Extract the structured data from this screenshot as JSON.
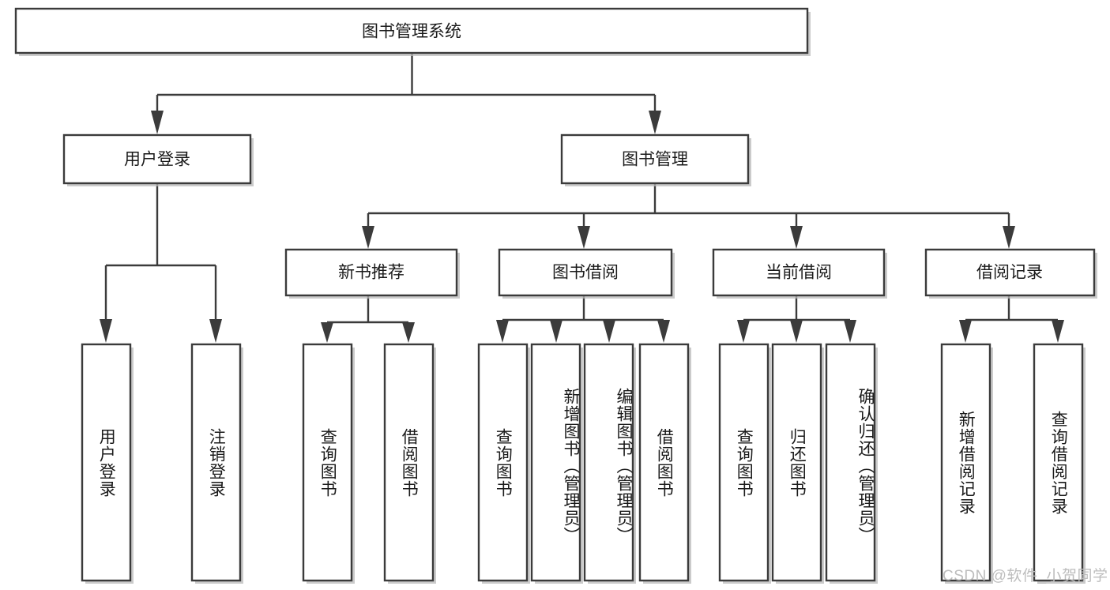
{
  "diagram": {
    "type": "tree-hierarchy",
    "title": "图书管理系统",
    "watermark": "CSDN @软件_小贺同学",
    "colors": {
      "stroke": "#3b3b3b",
      "fill": "#ffffff",
      "text": "#1a1a1a",
      "watermark": "#bdbdbd",
      "background": "#ffffff"
    },
    "levels": [
      {
        "level": 1,
        "nodes": [
          {
            "id": "root",
            "label": "图书管理系统",
            "orientation": "horizontal"
          }
        ]
      },
      {
        "level": 2,
        "nodes": [
          {
            "id": "user-login",
            "label": "用户登录",
            "orientation": "horizontal",
            "parent": "root"
          },
          {
            "id": "book-manage",
            "label": "图书管理",
            "orientation": "horizontal",
            "parent": "root"
          }
        ]
      },
      {
        "level": 3,
        "nodes": [
          {
            "id": "new-book-rec",
            "label": "新书推荐",
            "orientation": "horizontal",
            "parent": "book-manage"
          },
          {
            "id": "book-borrow",
            "label": "图书借阅",
            "orientation": "horizontal",
            "parent": "book-manage"
          },
          {
            "id": "current-borrow",
            "label": "当前借阅",
            "orientation": "horizontal",
            "parent": "book-manage"
          },
          {
            "id": "borrow-record",
            "label": "借阅记录",
            "orientation": "horizontal",
            "parent": "book-manage"
          }
        ]
      },
      {
        "level": 4,
        "nodes": [
          {
            "id": "leaf-user-login",
            "label": "用户登录",
            "orientation": "vertical",
            "parent": "user-login"
          },
          {
            "id": "leaf-user-logout",
            "label": "注销登录",
            "orientation": "vertical",
            "parent": "user-login"
          },
          {
            "id": "leaf-rec-query",
            "label": "查询图书",
            "orientation": "vertical",
            "parent": "new-book-rec"
          },
          {
            "id": "leaf-rec-borrow",
            "label": "借阅图书",
            "orientation": "vertical",
            "parent": "new-book-rec"
          },
          {
            "id": "leaf-borrow-query",
            "label": "查询图书",
            "orientation": "vertical",
            "parent": "book-borrow"
          },
          {
            "id": "leaf-borrow-add",
            "label": "新增图书（管理员）",
            "orientation": "vertical",
            "parent": "book-borrow"
          },
          {
            "id": "leaf-borrow-edit",
            "label": "编辑图书（管理员）",
            "orientation": "vertical",
            "parent": "book-borrow"
          },
          {
            "id": "leaf-borrow-lend",
            "label": "借阅图书",
            "orientation": "vertical",
            "parent": "book-borrow"
          },
          {
            "id": "leaf-cur-query",
            "label": "查询图书",
            "orientation": "vertical",
            "parent": "current-borrow"
          },
          {
            "id": "leaf-cur-return",
            "label": "归还图书",
            "orientation": "vertical",
            "parent": "current-borrow"
          },
          {
            "id": "leaf-cur-confirm",
            "label": "确认归还（管理员）",
            "orientation": "vertical",
            "parent": "current-borrow"
          },
          {
            "id": "leaf-rec-add",
            "label": "新增借阅记录",
            "orientation": "vertical",
            "parent": "borrow-record"
          },
          {
            "id": "leaf-rec-query2",
            "label": "查询借阅记录",
            "orientation": "vertical",
            "parent": "borrow-record"
          }
        ]
      }
    ]
  }
}
